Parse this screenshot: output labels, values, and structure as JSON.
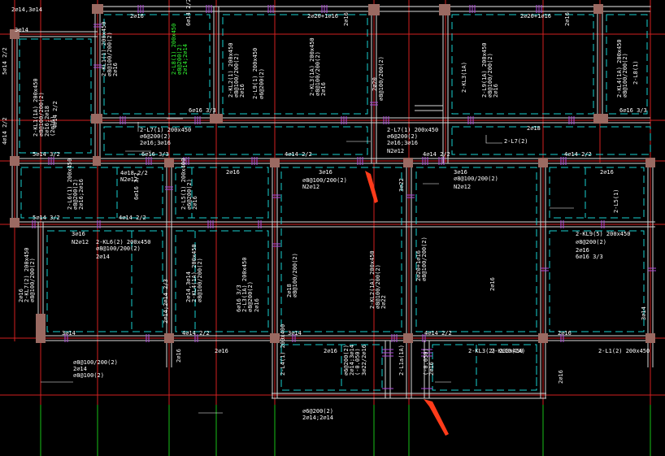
{
  "drawing": {
    "background": "#000000",
    "colors": {
      "axis": "#d22020",
      "beam": "#d8d8d8",
      "dashed": "#19d0d0",
      "column": "#9a6a62",
      "text": "#ffffff",
      "highlight": "#33ff33",
      "green": "#19c019",
      "arrow": "#ff3b1a",
      "tick": "#b04adb"
    },
    "labels": [
      {
        "text": "2⌀14,3⌀14"
      },
      {
        "text": "3⌀14"
      },
      {
        "text": "2⌀16"
      },
      {
        "text": "6⌀14 2/2"
      },
      {
        "text": "2⌀20+1⌀16"
      },
      {
        "text": "2⌀16"
      },
      {
        "text": "2⌀20+1⌀16"
      },
      {
        "text": "2⌀16"
      },
      {
        "text": "5⌀14 2/2"
      },
      {
        "text": "4⌀14 2/2"
      },
      {
        "text": "2-KL1(1) 200x450"
      },
      {
        "text": "⌀8@100/200(2)"
      },
      {
        "text": "2⌀16"
      },
      {
        "text": "2-L8(1) 200x450",
        "highlight": true
      },
      {
        "text": "⌀8@200(2)",
        "highlight": true
      },
      {
        "text": "2⌀14;2⌀14",
        "highlight": true
      },
      {
        "text": "2-KL2(1) 200x450"
      },
      {
        "text": "⌀8@100/200(2)"
      },
      {
        "text": "2⌀16"
      },
      {
        "text": "2-L9(1) 200x450"
      },
      {
        "text": "⌀6@200(2)"
      },
      {
        "text": "2-KL3(1A) 200x450"
      },
      {
        "text": "⌀8@100/200(2)"
      },
      {
        "text": "2⌀16"
      },
      {
        "text": "2⌀20"
      },
      {
        "text": "⌀8@100/200(2)"
      },
      {
        "text": "2-KL3(1A)"
      },
      {
        "text": "2-L9(1A) 200x450"
      },
      {
        "text": "⌀8@100/200(2)"
      },
      {
        "text": "2⌀16"
      },
      {
        "text": "2-KL4(1A) 200x450"
      },
      {
        "text": "⌀8@100/200(2)"
      },
      {
        "text": "2-L8(1)"
      },
      {
        "text": "6⌀16 3/3"
      },
      {
        "text": "6⌀16 3/3"
      },
      {
        "text": "2-L7(1) 200x450"
      },
      {
        "text": "⌀6@200(2)"
      },
      {
        "text": "2⌀16;3⌀16"
      },
      {
        "text": "6⌀16 3/3"
      },
      {
        "text": "2-L7(1) 200x450"
      },
      {
        "text": "⌀6@200(2)"
      },
      {
        "text": "2⌀16;3⌀16"
      },
      {
        "text": "N2⌀12"
      },
      {
        "text": "2-L7(2)"
      },
      {
        "text": "2⌀18"
      },
      {
        "text": "4⌀14 2/2"
      },
      {
        "text": "4⌀14 2/2"
      },
      {
        "text": "4⌀14 2/2"
      },
      {
        "text": "5⌀14 3/2"
      },
      {
        "text": "4⌀14 2/2"
      },
      {
        "text": "2-KL1(1A) 200x450"
      },
      {
        "text": "⌀8@100/200(2)"
      },
      {
        "text": "2⌀16;2⌀18"
      },
      {
        "text": "(2⌀16)"
      },
      {
        "text": "4⌀18 2/2"
      },
      {
        "text": "N2⌀12"
      },
      {
        "text": "2-L6(1) 200x450"
      },
      {
        "text": "⌀8@200(2)"
      },
      {
        "text": "2⌀16;2⌀16"
      },
      {
        "text": "6⌀16 3/2"
      },
      {
        "text": "2-L5(1) 200x400"
      },
      {
        "text": "⌀6@200(2)"
      },
      {
        "text": "2⌀16"
      },
      {
        "text": "2⌀16"
      },
      {
        "text": "3⌀16"
      },
      {
        "text": "⌀8@100/200(2)"
      },
      {
        "text": "N2⌀12"
      },
      {
        "text": "3⌀22"
      },
      {
        "text": "3⌀16"
      },
      {
        "text": "⌀8@100/200(2)"
      },
      {
        "text": "N2⌀12"
      },
      {
        "text": "2⌀16"
      },
      {
        "text": "2-L5(1)"
      },
      {
        "text": "4⌀14 2/2"
      },
      {
        "text": "5⌀14 3/2"
      },
      {
        "text": "3⌀16"
      },
      {
        "text": "N2⌀12"
      },
      {
        "text": "2-KL6(2) 200x450"
      },
      {
        "text": "⌀8@100/200(2)"
      },
      {
        "text": "2⌀14"
      },
      {
        "text": "2⌀16"
      },
      {
        "text": "2-KL7(2) 200x450"
      },
      {
        "text": "⌀8@100/200(2)"
      },
      {
        "text": "2⌀14,3⌀14"
      },
      {
        "text": "2-KL4(1A) 200x450"
      },
      {
        "text": "⌀8@100/200(2)"
      },
      {
        "text": "2⌀14;2⌀14 2/3"
      },
      {
        "text": "6⌀16 3/3"
      },
      {
        "text": "2-L3(1A) 200x450"
      },
      {
        "text": "⌀8@200(2)"
      },
      {
        "text": "2⌀16"
      },
      {
        "text": "2⌀18"
      },
      {
        "text": "⌀8@100/200(2)"
      },
      {
        "text": "2-KL2(1A) 200x450"
      },
      {
        "text": "⌀8@100/200(2)"
      },
      {
        "text": "2⌀22"
      },
      {
        "text": "2⌀20+1⌀16"
      },
      {
        "text": "⌀8@100/200(2)"
      },
      {
        "text": "2⌀16"
      },
      {
        "text": "2-KL9(5) 200x450"
      },
      {
        "text": "⌀8@200(2)"
      },
      {
        "text": "2⌀16"
      },
      {
        "text": "6⌀16 3/3"
      },
      {
        "text": "3⌀14"
      },
      {
        "text": "3⌀14"
      },
      {
        "text": "4⌀14 2/2"
      },
      {
        "text": "3⌀14"
      },
      {
        "text": "4⌀14 2/2"
      },
      {
        "text": "2⌀16"
      },
      {
        "text": "2⌀16"
      },
      {
        "text": "2-KL3(2) 200x450"
      },
      {
        "text": "⌀8@100/200(2)"
      },
      {
        "text": "2⌀14"
      },
      {
        "text": "⌀8@100(2)"
      },
      {
        "text": "2⌀16"
      },
      {
        "text": "2⌀16"
      },
      {
        "text": "2-L4(1) 200x400"
      },
      {
        "text": "⌀6@200(2)"
      },
      {
        "text": "2⌀14;3⌀14"
      },
      {
        "text": "(-0.050)"
      },
      {
        "text": "3⌀22/2⌀16"
      },
      {
        "text": "2-L1a(1A)"
      },
      {
        "text": "(-0.050)"
      },
      {
        "text": "2⌀16"
      },
      {
        "text": "2-KL10(1A)"
      },
      {
        "text": "2⌀16"
      },
      {
        "text": "2-L1(2) 200x450"
      },
      {
        "text": "⌀6@200(2)"
      },
      {
        "text": "2⌀14;2⌀14"
      }
    ]
  }
}
